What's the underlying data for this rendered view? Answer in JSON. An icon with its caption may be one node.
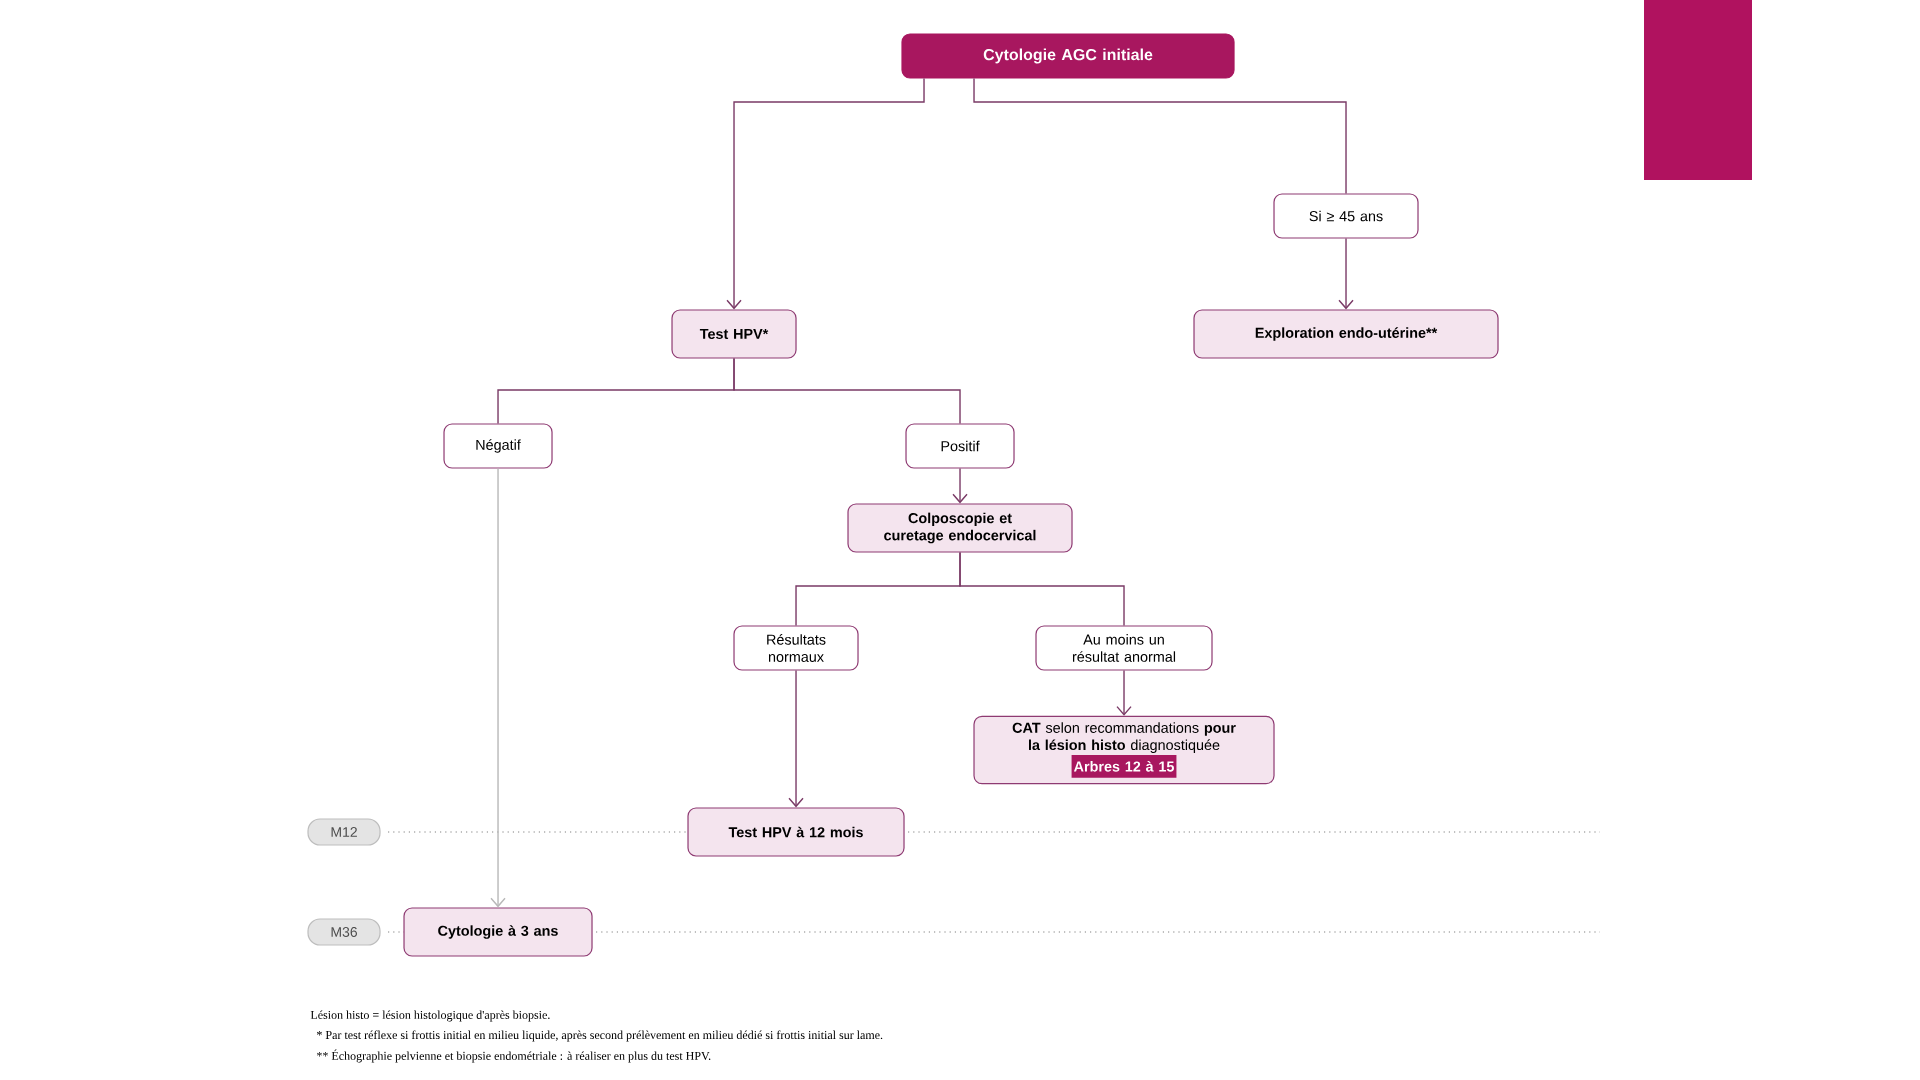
{
  "diagram": {
    "nodes": [
      {
        "text": [
          "Cytologie AGC initiale"
        ]
      },
      {
        "text": [
          "Si ≥ 45 ans"
        ]
      },
      {
        "text": [
          "Test HPV*"
        ]
      },
      {
        "text": [
          "Exploration endo-utérine**"
        ]
      },
      {
        "text": [
          "Négatif"
        ]
      },
      {
        "text": [
          "Positif"
        ]
      },
      {
        "text": [
          "Colposcopie et curetage endocervical"
        ]
      },
      {
        "text": [
          "Résultats normaux"
        ]
      },
      {
        "text": [
          "Au moins un résultat anormal"
        ]
      },
      {
        "text": [
          "**CAT** selon recommandations **pour la lésion histo** diagnostiquée",
          "Arbres 12 à 15"
        ]
      },
      {
        "text": [
          "Test HPV à 12 mois"
        ]
      },
      {
        "text": [
          "Cytologie à 3 ans"
        ]
      },
      {
        "text": [
          "M12"
        ]
      },
      {
        "text": [
          "M36"
        ]
      }
    ],
    "edges": [
      {
        "from": 0,
        "to": 2,
        "arrow": "to"
      },
      {
        "from": 0,
        "to": 1,
        "arrow": "none"
      },
      {
        "from": 1,
        "to": 3,
        "arrow": "to"
      },
      {
        "from": 2,
        "to": 4,
        "arrow": "none"
      },
      {
        "from": 2,
        "to": 5,
        "arrow": "none"
      },
      {
        "from": 4,
        "to": 11,
        "arrow": "to",
        "color": "#b8b8b8"
      },
      {
        "from": 5,
        "to": 6,
        "arrow": "to"
      },
      {
        "from": 6,
        "to": 7,
        "arrow": "none"
      },
      {
        "from": 6,
        "to": 8,
        "arrow": "none"
      },
      {
        "from": 7,
        "to": 10,
        "arrow": "to"
      },
      {
        "from": 8,
        "to": 9,
        "arrow": "to"
      }
    ],
    "labels": [
      "Lésion histo = lésion histologique d'après biopsie.",
      "* Par test réflexe si frottis initial en milieu liquide, après second prélèvement en milieu dédié si frottis initial sur lame.",
      "** Échographie pelvienne et biopsie endométriale : à réaliser en plus du test HPV."
    ]
  }
}
